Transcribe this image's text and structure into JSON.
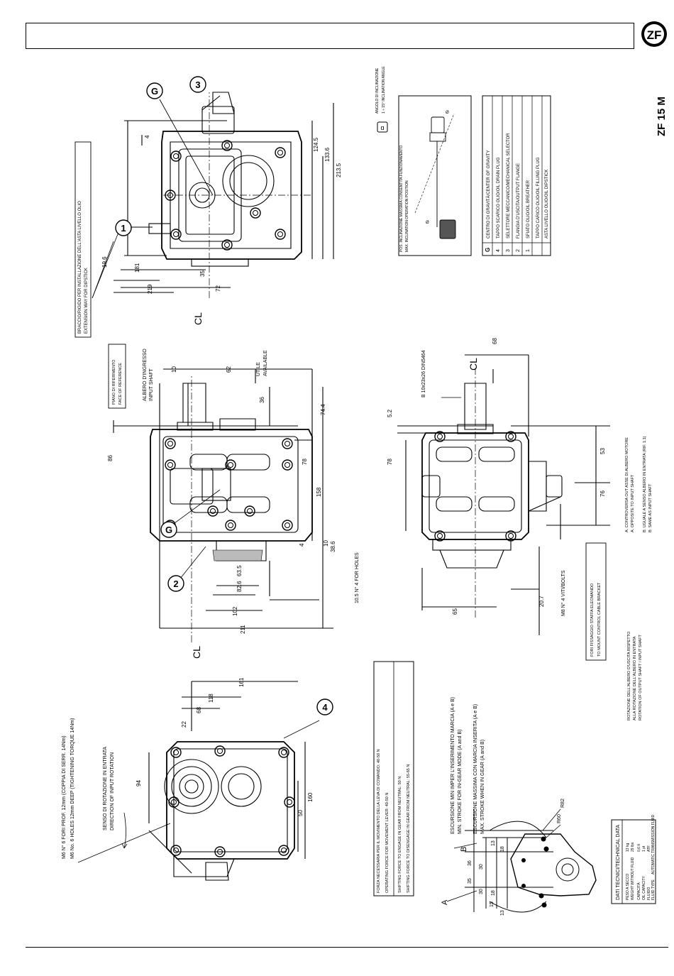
{
  "brand": {
    "logo_text": "ZF"
  },
  "model": "ZF 15 M",
  "top_view": {
    "side_note": [
      "BRACCIO/RIGIDO PER INSTALLAZIONE DELL'ASTA LIVELLO OLIO",
      "EXTENSION WAY FOR DIPSTICK"
    ],
    "dims": [
      "19.6",
      "181",
      "219",
      "35",
      "72",
      "124.5",
      "133.6",
      "213.5",
      "4"
    ],
    "callouts": [
      "G",
      "3",
      "1"
    ],
    "centerline": "CL"
  },
  "side_view": {
    "shaft_label": [
      "ALBERO D'INGRESSO",
      "INPUT SHAFT"
    ],
    "face_label": [
      "PIANO DI RIFERIMENTO",
      "FACE OF REFERENCE"
    ],
    "useful_label": [
      "UTILE",
      "AVAILABLE"
    ],
    "dims": [
      "10",
      "62",
      "36",
      "74.4",
      "86",
      "78",
      "158",
      "10",
      "38.6",
      "4",
      "63.5",
      "82.6",
      "102",
      "211"
    ],
    "holes_label": "10.5 N° 4 FOR HOLES",
    "callouts": [
      "G",
      "2"
    ],
    "centerline": "CL"
  },
  "front_view": {
    "hole_note": [
      "M6 N° 6 FORI PROF. 12mm (COPPIA DI SERR. 14Nm)",
      "M6 No. 6 HOLES 12mm DEEP (TIGHTENING TORQUE 14Nm)"
    ],
    "rotation_note": [
      "SENSO DI ROTAZIONE IN ENTRATA",
      "DIRECTION OF INPUT ROTATION"
    ],
    "dims": [
      "161",
      "118",
      "68",
      "22",
      "94",
      "160",
      "50"
    ],
    "callout": "4"
  },
  "inclination": {
    "title": [
      "POS. INCLINAZIONE MASSIMA CONSENTITA FUNZIONAMENTO",
      "MAX. INCLINATION OPERATION POSITION"
    ],
    "marks": [
      "Ø",
      "Ø"
    ],
    "code_box": "ɑ",
    "code_note": [
      "ANGOLO DI INCLINAZIONE",
      "1 ÷ 15° INCLINATION ANGLE"
    ]
  },
  "legend": [
    {
      "key": "G",
      "text": "CENTRO DI GRAVITÀ/CENTER OF GRAVITY"
    },
    {
      "key": "4",
      "text": "TAPPO SCARICO OLIO/OIL DRAIN PLUG"
    },
    {
      "key": "3",
      "text": "SELETTORE MECCANICO/MECHANICAL SELECTOR"
    },
    {
      "key": "2",
      "text": "FLANGIA D'USCITA/OUTPUT FLANGE"
    },
    {
      "key": "1",
      "text": "SFIATO OLIO/OIL BREATHER"
    },
    {
      "key": "",
      "text": "TAPPO CARICO OLIO/OIL FILLING PLUG"
    },
    {
      "key": "",
      "text": "ASTA LIVELLO OLIO/OIL DIPSTICK"
    }
  ],
  "output_view": {
    "spline": "B 10x23x26 DIN5464",
    "dims": [
      "68",
      "5.2",
      "78",
      "53",
      "76",
      "65",
      "20.7"
    ],
    "bolt_label": "M8 N° 4 VITI/BOLTS",
    "bracket_note": [
      "FORI FISSAGGIO STAFFA ELEOMANDO",
      "TO MOUNT CONTROL CABLE BRACKET"
    ],
    "centerline": "CL"
  },
  "rotation_notes": {
    "a": [
      "A: CONTROVERSA OUT ASSE DI ALBERO MOTORE",
      "A: OPPOSITE TO INPUT SHAFT"
    ],
    "b": [
      "B: UGUALE A SENSO ALBERO IN ENTRATA (RIF. 1:1)",
      "B: SAME AS INPUT SHAFT"
    ],
    "main": [
      "ROTAZIONE DELL'ALBERO D'USCITA RISPETTO",
      "ALLA ROTAZIONE DELL'ALBERO IN ENTRATA",
      "ROTATION OF OUTPUT SHAFT / INPUT SHAFT"
    ]
  },
  "shift_table": {
    "rows": [
      "FORZA NECESSARIA PER IL MOVIMENTO DELLA LEVA DI COMANDO: 40-50 N",
      "OPERATING FORCE FOR MOVEMENT LEVER: 40-50 N",
      "SHIFTING FORCE TO ENGAGE IN GEAR FROM NEUTRAL: 50 N",
      "SHIFTING FORCE TO DISENGAGE IN GEAR FROM NEUTRAL: 55-65 N"
    ]
  },
  "lever_view": {
    "min_stroke": [
      "ESCURSIONE MIN IMPER L'INSERIMENTO MARCIA (A e B)",
      "MIN. STROKE FOR IN-GEAR MODE (A and B)"
    ],
    "max_stroke": [
      "ESCURSIONE MASSIMA CON MARCIA INSERITA (A e B)",
      "MAX. STROKE WHEN IN GEAR (A and B)"
    ],
    "letters": [
      "A",
      "B"
    ],
    "dims": [
      "35",
      "36",
      "30",
      "30",
      "15",
      "13",
      "18",
      "13",
      "18",
      "R60",
      "R82"
    ]
  },
  "tech_data": {
    "title": "DATI TECNICI/TECHNICAL DATA",
    "rows": [
      {
        "label": "PESO A SECCO",
        "value": "13 kg"
      },
      {
        "label": "WEIGHT WITHOUT FLUID",
        "value": "29 lbs"
      },
      {
        "label": "CAPACITÀ",
        "value": "0,6 lt"
      },
      {
        "label": "OIL CAPACITY",
        "value": "1 pt"
      },
      {
        "label": "FLUIDO",
        "value": "ATF"
      },
      {
        "label": "FLUID TYPE",
        "value": "AUTOMATIC TRANSMISSION FLUID"
      }
    ]
  }
}
